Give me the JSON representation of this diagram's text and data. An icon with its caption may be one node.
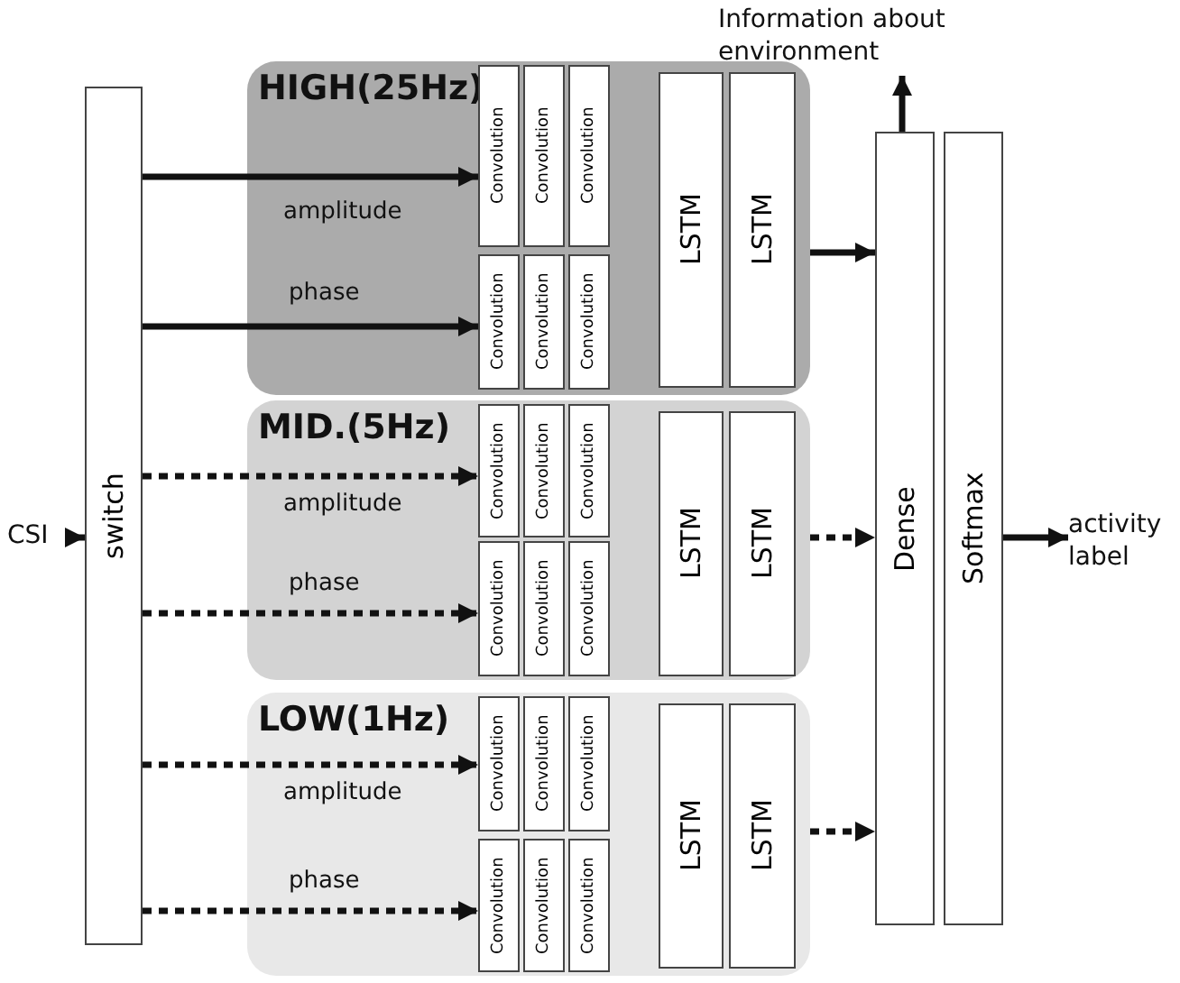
{
  "diagram": {
    "nodes": [
      {
        "text": [
          "CSI"
        ]
      },
      {
        "text": [
          "switch"
        ]
      },
      {
        "text": [
          "HIGH(25Hz)"
        ]
      },
      {
        "text": [
          "Convolution"
        ],
        "in": 2
      },
      {
        "text": [
          "Convolution"
        ],
        "in": 2
      },
      {
        "text": [
          "Convolution"
        ],
        "in": 2
      },
      {
        "text": [
          "Convolution"
        ],
        "in": 2
      },
      {
        "text": [
          "Convolution"
        ],
        "in": 2
      },
      {
        "text": [
          "Convolution"
        ],
        "in": 2
      },
      {
        "text": [
          "LSTM"
        ],
        "in": 2
      },
      {
        "text": [
          "LSTM"
        ],
        "in": 2
      },
      {
        "text": [
          "MID.(5Hz)"
        ]
      },
      {
        "text": [
          "Convolution"
        ],
        "in": 11
      },
      {
        "text": [
          "Convolution"
        ],
        "in": 11
      },
      {
        "text": [
          "Convolution"
        ],
        "in": 11
      },
      {
        "text": [
          "Convolution"
        ],
        "in": 11
      },
      {
        "text": [
          "Convolution"
        ],
        "in": 11
      },
      {
        "text": [
          "Convolution"
        ],
        "in": 11
      },
      {
        "text": [
          "LSTM"
        ],
        "in": 11
      },
      {
        "text": [
          "LSTM"
        ],
        "in": 11
      },
      {
        "text": [
          "LOW(1Hz)"
        ]
      },
      {
        "text": [
          "Convolution"
        ],
        "in": 20
      },
      {
        "text": [
          "Convolution"
        ],
        "in": 20
      },
      {
        "text": [
          "Convolution"
        ],
        "in": 20
      },
      {
        "text": [
          "Convolution"
        ],
        "in": 20
      },
      {
        "text": [
          "Convolution"
        ],
        "in": 20
      },
      {
        "text": [
          "Convolution"
        ],
        "in": 20
      },
      {
        "text": [
          "LSTM"
        ],
        "in": 20
      },
      {
        "text": [
          "LSTM"
        ],
        "in": 20
      },
      {
        "text": [
          "Dense"
        ]
      },
      {
        "text": [
          "Softmax"
        ]
      },
      {
        "text": [
          "Information about environment"
        ]
      },
      {
        "text": [
          "activity label"
        ]
      }
    ],
    "edges": [
      {
        "from": 0,
        "to": 1,
        "arrow": "to"
      },
      {
        "from": 1,
        "to": 3,
        "arrow": "to",
        "label": "amplitude"
      },
      {
        "from": 1,
        "to": 6,
        "arrow": "to",
        "label": "phase"
      },
      {
        "from": 1,
        "to": 12,
        "arrow": "to",
        "label": "amplitude",
        "style": "dashed"
      },
      {
        "from": 1,
        "to": 15,
        "arrow": "to",
        "label": "phase",
        "style": "dashed"
      },
      {
        "from": 1,
        "to": 21,
        "arrow": "to",
        "label": "amplitude",
        "style": "dashed"
      },
      {
        "from": 1,
        "to": 24,
        "arrow": "to",
        "label": "phase",
        "style": "dashed"
      },
      {
        "from": 2,
        "to": 29,
        "arrow": "to"
      },
      {
        "from": 11,
        "to": 29,
        "arrow": "to",
        "style": "dashed"
      },
      {
        "from": 20,
        "to": 29,
        "arrow": "to",
        "style": "dashed"
      },
      {
        "from": 29,
        "to": 31,
        "arrow": "to"
      },
      {
        "from": 30,
        "to": 32,
        "arrow": "to"
      }
    ]
  }
}
